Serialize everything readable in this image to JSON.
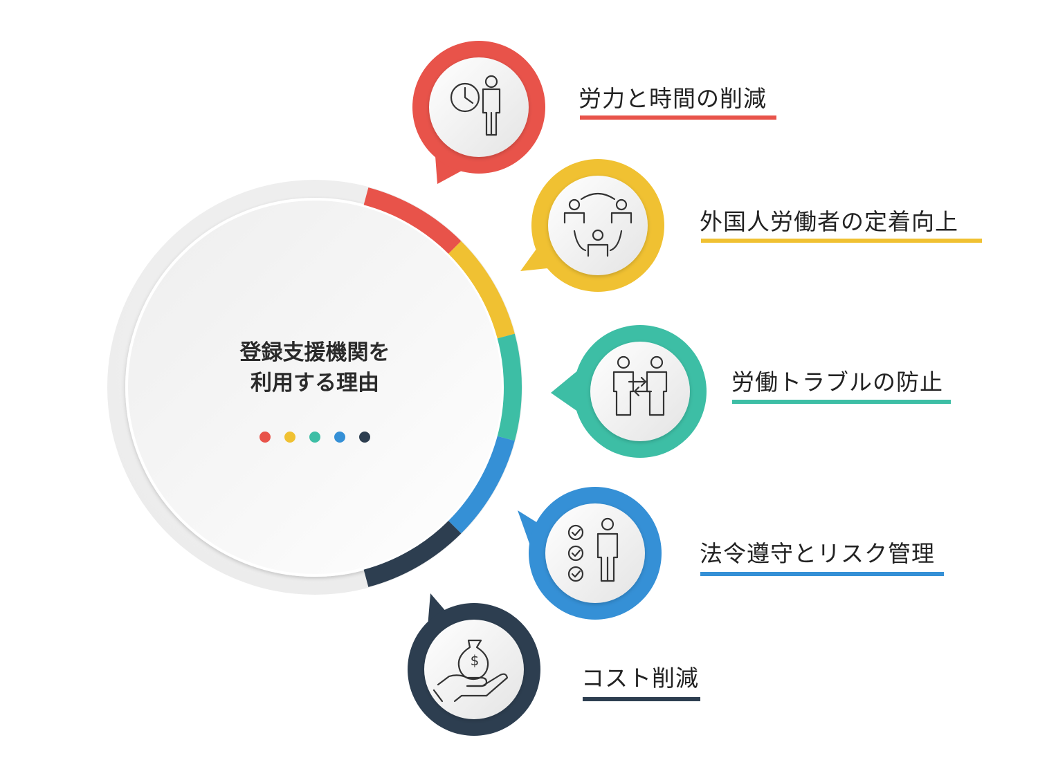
{
  "center": {
    "title_line1": "登録支援機関を",
    "title_line2": "利用する理由",
    "dot_colors": [
      "#e8534a",
      "#f0c132",
      "#3dbea5",
      "#3590d6",
      "#2d3e50"
    ]
  },
  "items": [
    {
      "label": "労力と時間の削減",
      "color": "#e8534a",
      "icon": "clock-person-icon"
    },
    {
      "label": "外国人労働者の定着向上",
      "color": "#f0c132",
      "icon": "people-network-icon"
    },
    {
      "label": "労働トラブルの防止",
      "color": "#3dbea5",
      "icon": "two-people-exchange-icon"
    },
    {
      "label": "法令遵守とリスク管理",
      "color": "#3590d6",
      "icon": "checklist-person-icon"
    },
    {
      "label": "コスト削減",
      "color": "#2d3e50",
      "icon": "money-bag-hand-icon"
    }
  ]
}
